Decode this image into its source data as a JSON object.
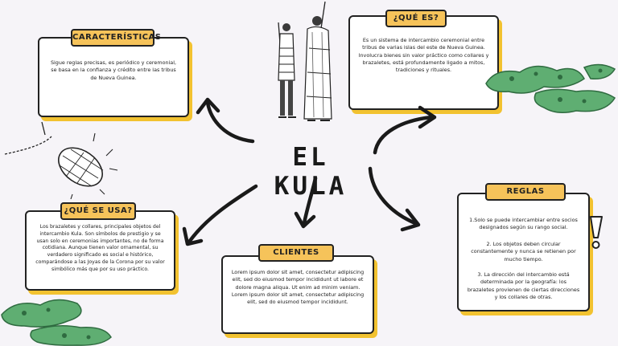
{
  "title": "EL KULA",
  "cards": {
    "caracteristicas": {
      "label": "CARACTERÍSTICAS",
      "text": "Sigue reglas precisas, es periódico y ceremonial, se basa en la confianza y crédito entre las tribus de Nueva Guinea."
    },
    "que_es": {
      "label": "¿QUÉ ES?",
      "text": "Es un sistema de intercambio ceremonial entre tribus de varias islas del este de Nueva Guinea. Involucra bienes sin valor práctico como collares y brazaletes, está profundamente ligado a mitos, tradiciones y rituales."
    },
    "que_se_usa": {
      "label": "¿QUÉ SE USA?",
      "text": "Los brazaletes y collares, principales objetos del intercambio Kula. Son símbolos de prestigio y se usan solo en ceremonias importantes, no de forma cotidiana. Aunque tienen valor ornamental, su verdadero significado es social e histórico, comparándose a las Joyas de la Corona por su valor simbólico más que por su uso práctico."
    },
    "clientes": {
      "label": "CLIENTES",
      "text": "Lorem ipsum dolor sit amet, consectetur adipiscing elit, sed do eiusmod tempor incididunt ut labore et dolore magna aliqua. Ut enim ad minim veniam. Lorem ipsum dolor sit amet, consectetur adipiscing elit, sed do eiusmod tempor incididunt."
    },
    "reglas": {
      "label": "REGLAS",
      "rule1": "1.Solo se puede intercambiar entre socios designados según su rango social.",
      "rule2": "2.  Los objetos deben circular constantemente y nunca se retienen por mucho tiempo.",
      "rule3": "3.  La dirección del intercambio está determinada por la geografía: los brazaletes provienen de ciertas direcciones y los collares de otras."
    }
  },
  "colors": {
    "accent": "#f6c35a",
    "shadow": "#f2c230",
    "island": "#5fae72",
    "island_dark": "#2f6b40",
    "ink": "#222222"
  },
  "icons": [
    "figures-illustration",
    "necklace-illustration",
    "island-illustration",
    "exclamation-icon"
  ]
}
